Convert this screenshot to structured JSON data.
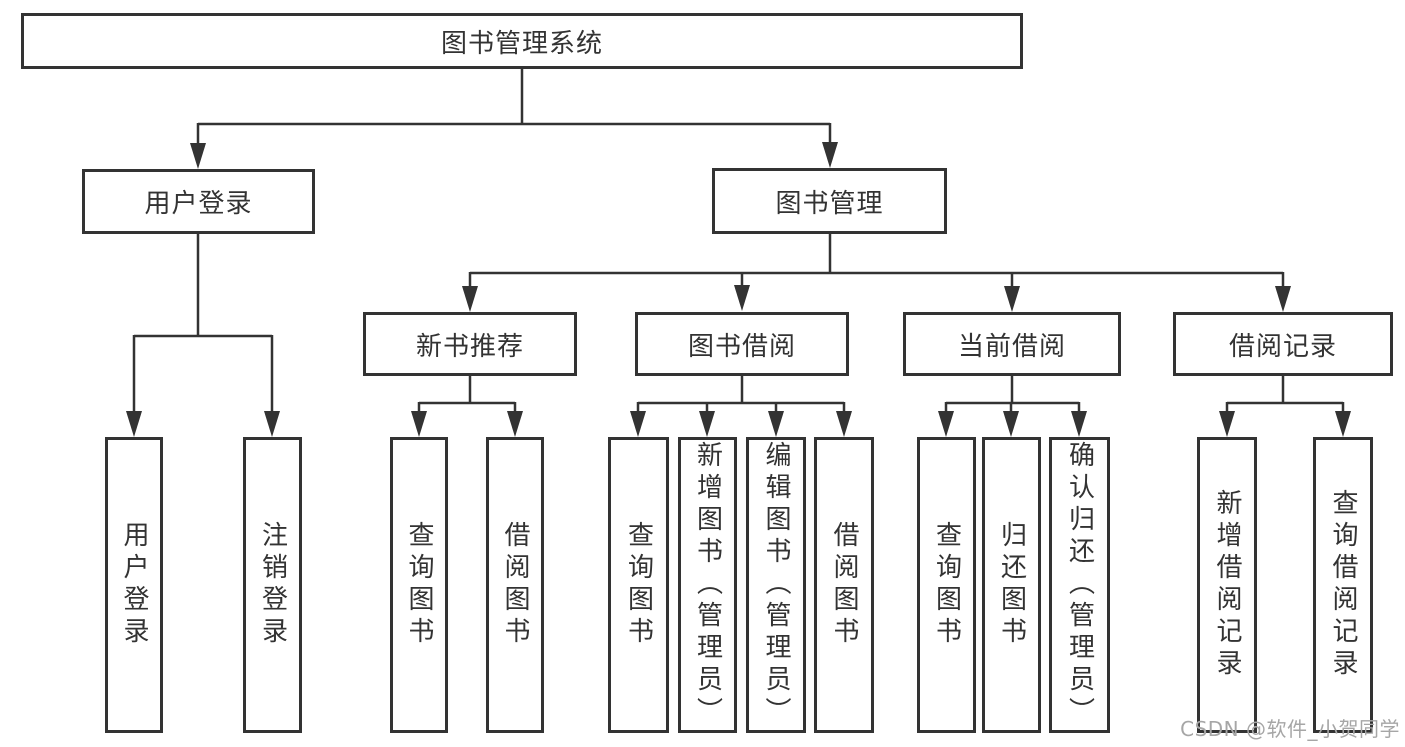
{
  "diagram": {
    "colors": {
      "line": "#333333",
      "border": "#333333",
      "text": "#333333",
      "background": "#ffffff",
      "watermark": "#a6a6a6"
    },
    "root": {
      "label": "图书管理系统"
    },
    "level2": [
      {
        "label": "用户登录"
      },
      {
        "label": "图书管理"
      }
    ],
    "level3": [
      {
        "label": "新书推荐"
      },
      {
        "label": "图书借阅"
      },
      {
        "label": "当前借阅"
      },
      {
        "label": "借阅记录"
      }
    ],
    "leaves": [
      {
        "label": "用户登录"
      },
      {
        "label": "注销登录"
      },
      {
        "label": "查询图书"
      },
      {
        "label": "借阅图书"
      },
      {
        "label": "查询图书"
      },
      {
        "label": "新增图书（管理员）"
      },
      {
        "label": "编辑图书（管理员）"
      },
      {
        "label": "借阅图书"
      },
      {
        "label": "查询图书"
      },
      {
        "label": "归还图书"
      },
      {
        "label": "确认归还（管理员）"
      },
      {
        "label": "新增借阅记录"
      },
      {
        "label": "查询借阅记录"
      }
    ],
    "watermark": "CSDN @软件_小贺同学"
  }
}
